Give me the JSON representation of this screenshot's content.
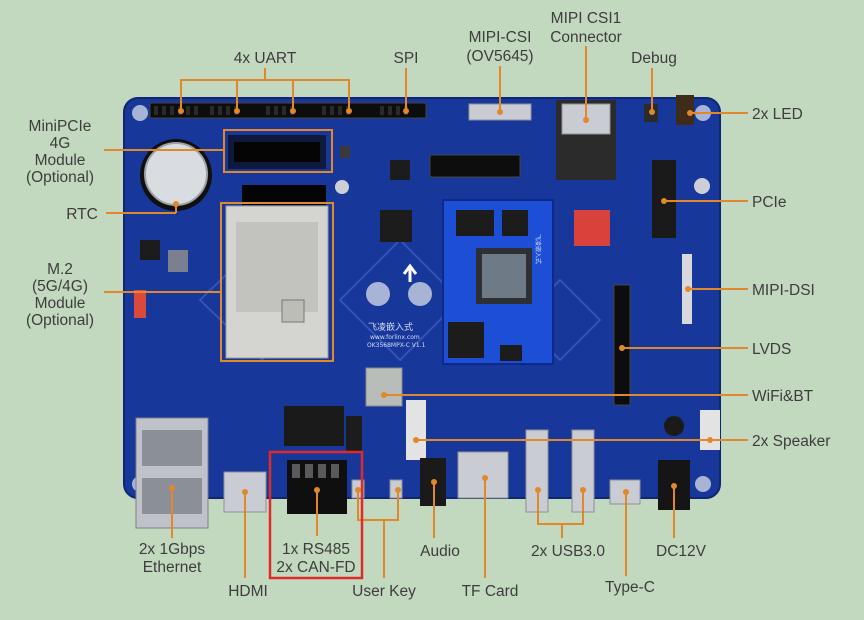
{
  "labels": {
    "uart": "4x UART",
    "spi": "SPI",
    "mipi_csi_line1": "MIPI-CSI",
    "mipi_csi_line2": "(OV5645)",
    "mipi_csi1_line1": "MIPI CSI1",
    "mipi_csi1_line2": "Connector",
    "debug": "Debug",
    "led": "2x LED",
    "minipcie_line1": "MiniPCIe",
    "minipcie_line2": "4G",
    "minipcie_line3": "Module",
    "minipcie_line4": "(Optional)",
    "rtc": "RTC",
    "pcie": "PCIe",
    "m2_line1": "M.2",
    "m2_line2": "(5G/4G)",
    "m2_line3": "Module",
    "m2_line4": "(Optional)",
    "mipi_dsi": "MIPI-DSI",
    "lvds": "LVDS",
    "wifi": "WiFi&BT",
    "speaker": "2x Speaker",
    "ethernet_line1": "2x 1Gbps",
    "ethernet_line2": "Ethernet",
    "hdmi": "HDMI",
    "rs485_line1": "1x RS485",
    "rs485_line2": "2x CAN-FD",
    "user_key": "User Key",
    "audio": "Audio",
    "tf_card": "TF Card",
    "usb": "2x USB3.0",
    "type_c": "Type-C",
    "dc": "DC12V"
  },
  "board_print": {
    "brand": "飞凌嵌入式",
    "site": "www.forlinx.com",
    "model": "OK3568MPX-C V1.1",
    "som_brand": "飞凌嵌入式"
  },
  "colors": {
    "background": "#c3d9bf",
    "board": "#17379a",
    "leader": "#e0882a",
    "highlight_box": "#e02a2a",
    "label_text": "#3d3d3d"
  }
}
